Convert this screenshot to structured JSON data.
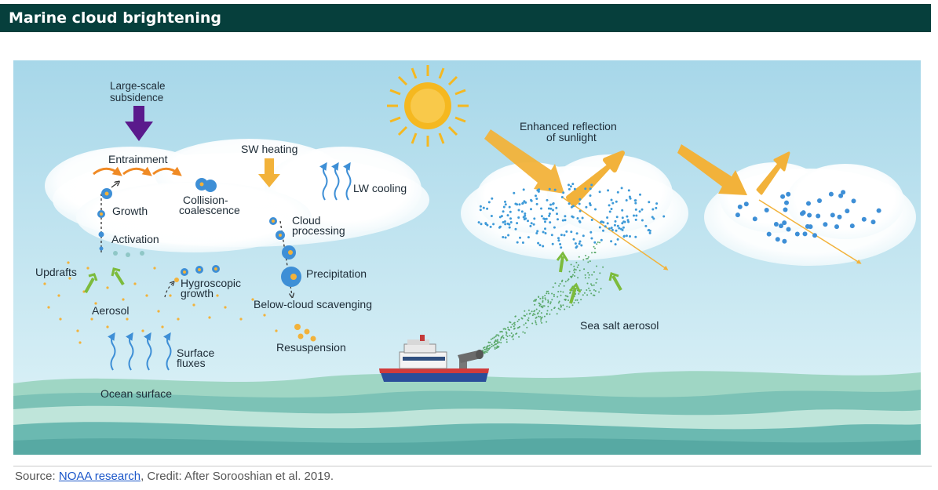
{
  "header": {
    "title": "Marine cloud brightening"
  },
  "diagram": {
    "labels": {
      "large_scale_1": "Large-scale",
      "large_scale_2": "subsidence",
      "entrainment": "Entrainment",
      "sw_heating": "SW heating",
      "lw_cooling": "LW cooling",
      "collision_1": "Collision-",
      "collision_2": "coalescence",
      "growth": "Growth",
      "activation": "Activation",
      "cloud_processing_1": "Cloud",
      "cloud_processing_2": "processing",
      "precipitation": "Precipitation",
      "updrafts": "Updrafts",
      "hygroscopic_1": "Hygroscopic",
      "hygroscopic_2": "growth",
      "below_cloud": "Below-cloud scavenging",
      "aerosol": "Aerosol",
      "surface_fluxes_1": "Surface",
      "surface_fluxes_2": "fluxes",
      "resuspension": "Resuspension",
      "ocean_surface": "Ocean surface",
      "enhanced_1": "Enhanced reflection",
      "enhanced_2": "of sunlight",
      "sea_salt": "Sea salt aerosol"
    },
    "colors": {
      "sky_top": "#a9d8ea",
      "sky_bottom": "#d9eff5",
      "sun": "#f5b820",
      "arrow_orange": "#f2b23a",
      "subsidence_purple": "#5a1a8c",
      "updraft_green": "#7cbb3c",
      "droplet_blue": "#3e8fd6",
      "ocean": "#5fb0a8"
    }
  },
  "footer": {
    "source_prefix": "Source: ",
    "source_link": "NOAA research",
    "credit": ",  Credit: After Sorooshian et al. 2019."
  }
}
